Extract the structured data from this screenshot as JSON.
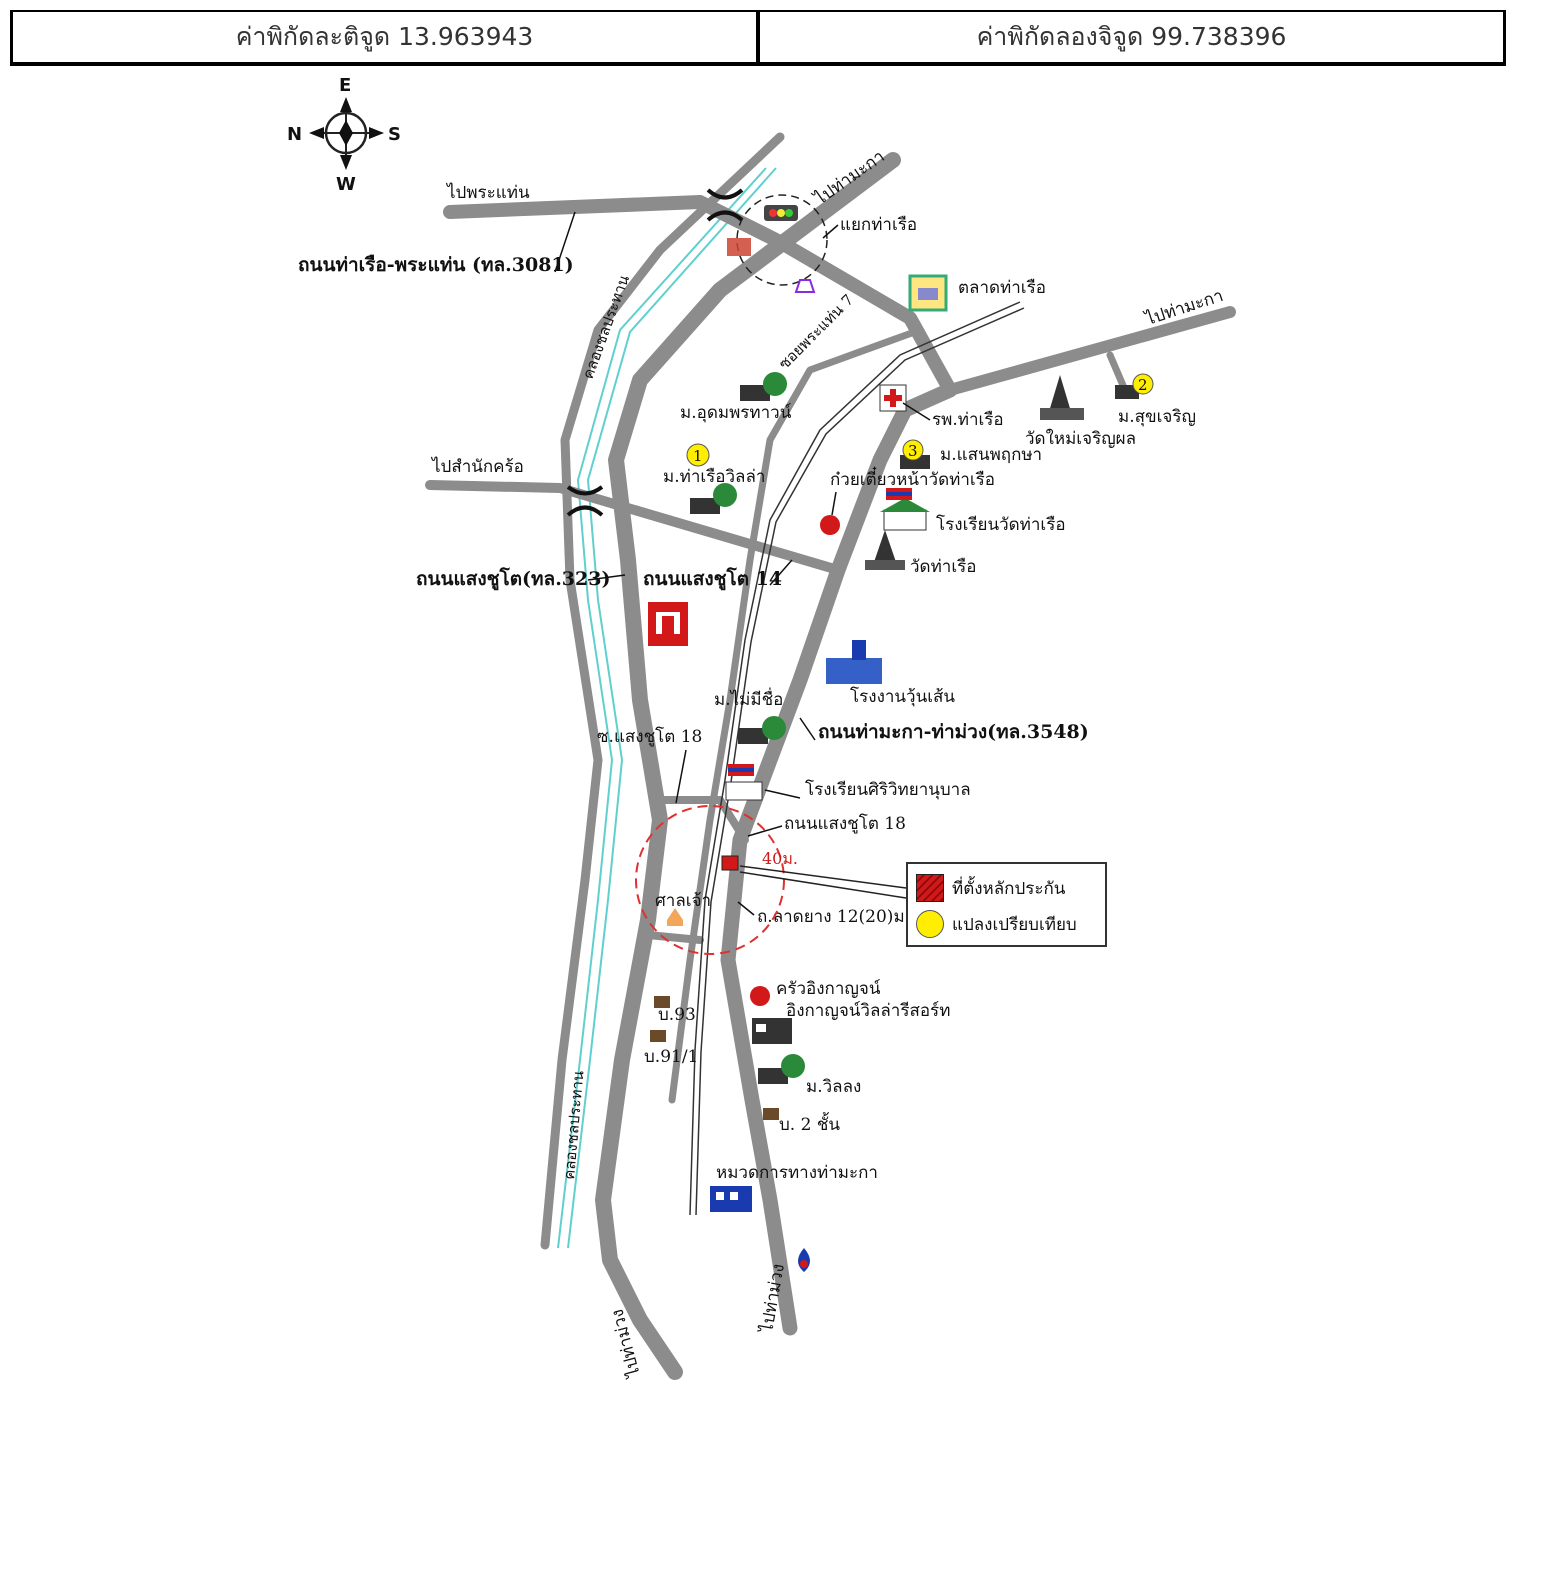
{
  "coordinates": {
    "latitude_text": "ค่าพิกัดละติจูด 13.963943",
    "longitude_text": "ค่าพิกัดลองจิจูด 99.738396"
  },
  "compass": {
    "top": "E",
    "left": "N",
    "right": "S",
    "bottom": "W"
  },
  "roads": {
    "to_phra_thaen": "ไปพระแท่น",
    "road_3081": "ถนนท่าเรือ-พระแท่น (ทล.3081)",
    "to_tha_maka_top": "ไปท่ามะกา",
    "to_tha_maka_right": "ไปท่ามะกา",
    "soi_phra_thaen_7": "ซอยพระแท่น 7",
    "to_samnak_khrao": "ไปสำนักคร้อ",
    "road_sangchuto_323": "ถนนแสงชูโต(ทล.323)",
    "road_sangchuto_14": "ถนนแสงชูโต 14",
    "soi_sangchuto_18": "ซ.แสงชูโต 18",
    "road_3548": "ถนนท่ามะกา-ท่าม่วง(ทล.3548)",
    "road_sangchuto_18": "ถนนแสงชูโต 18",
    "asphalt_road": "ถ.ลาดยาง 12(20)ม.",
    "to_tha_muang": "ไปท่าม่วง",
    "to_bottom_left": "ไปท่าม่วง"
  },
  "canals": {
    "upper": "คลองชลประทาน",
    "lower": "คลองชลประทาน"
  },
  "places": {
    "yaek_tha_ruea": "แยกท่าเรือ",
    "talat_tha_ruea": "ตลาดท่าเรือ",
    "hospital": "รพ.ท่าเรือ",
    "wat_mai": "วัดใหม่เจริญผล",
    "m_suk_charoen": "ม.สุขเจริญ",
    "m_udomphon": "ม.อุดมพรทาวน์",
    "m_tha_ruea_villa": "ม.ท่าเรือวิลล่า",
    "m_saen_phruksa": "ม.แสนพฤกษา",
    "noodle_shop": "ก๋วยเตี๋ยวหน้าวัดท่าเรือ",
    "school_wat": "โรงเรียนวัดท่าเรือ",
    "wat_tha_ruea": "วัดท่าเรือ",
    "factory": "โรงงานวุ้นเส้น",
    "m_maimi": "ม.ไม่มีชื่อ",
    "school_siri": "โรงเรียนศิริวิทยานุบาล",
    "distance": "40ม.",
    "shrine": "ศาลเจ้า",
    "restaurant": "ครัวอิงกาญจน์",
    "resort": "อิงกาญจน์วิลล่ารีสอร์ท",
    "house_93": "บ.93",
    "house_91_1": "บ.91/1",
    "m_wilai": "ม.วิลลง",
    "house_2": "บ. 2 ชั้น",
    "highway_unit": "หมวดการทางท่ามะกา"
  },
  "comparables": {
    "c1": "1",
    "c2": "2",
    "c3": "3"
  },
  "legend": {
    "subject": "ที่ตั้งหลักประกัน",
    "comparable": "แปลงเปรียบเทียบ"
  },
  "colors": {
    "road": "#8c8c8c",
    "canal": "#5fd0cf",
    "subject": "#d21818",
    "comparable": "#ffee00",
    "circle": "#e03030"
  }
}
